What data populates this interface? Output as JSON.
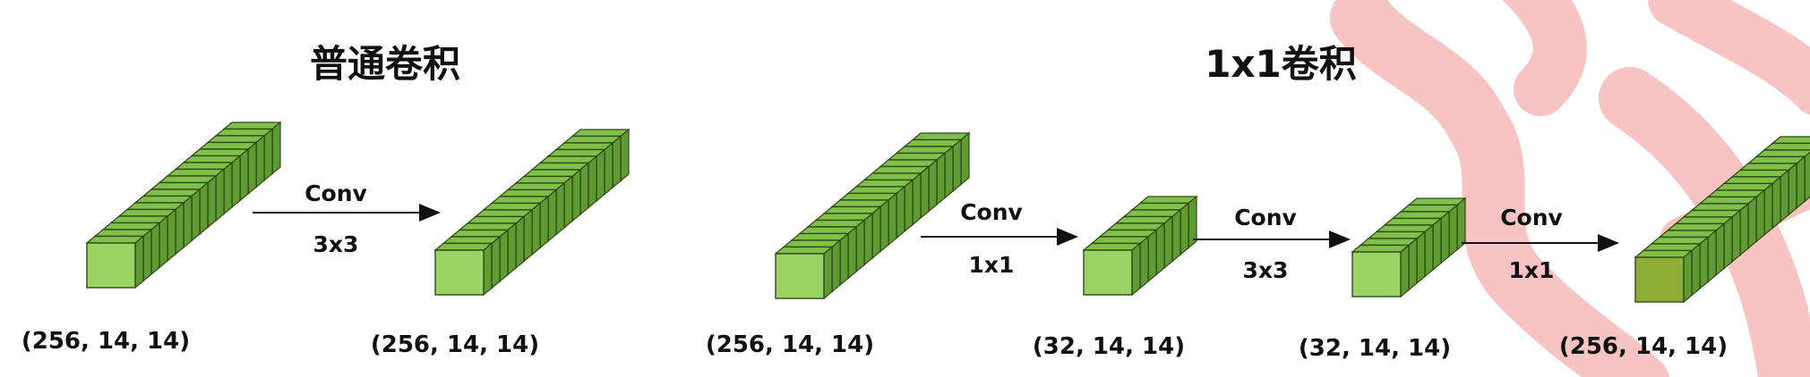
{
  "titles": {
    "normal_conv": "普通卷积",
    "pointwise_conv": "1x1卷积"
  },
  "normal_conv": {
    "input_shape": "(256, 14, 14)",
    "output_shape": "(256, 14, 14)",
    "op": {
      "name": "Conv",
      "kernel": "3x3"
    }
  },
  "pointwise_conv": {
    "shapes": [
      "(256, 14, 14)",
      "(32, 14, 14)",
      "(32, 14, 14)",
      "(256, 14, 14)"
    ],
    "ops": [
      {
        "name": "Conv",
        "kernel": "1x1"
      },
      {
        "name": "Conv",
        "kernel": "3x3"
      },
      {
        "name": "Conv",
        "kernel": "1x1"
      }
    ]
  },
  "colors": {
    "block_face": "#9bd464",
    "block_top": "#80c04a",
    "block_side": "#5f9a33",
    "edge": "#2f4a14",
    "highlight_face": "#8fae35",
    "watermark": "#f6b9b9"
  }
}
